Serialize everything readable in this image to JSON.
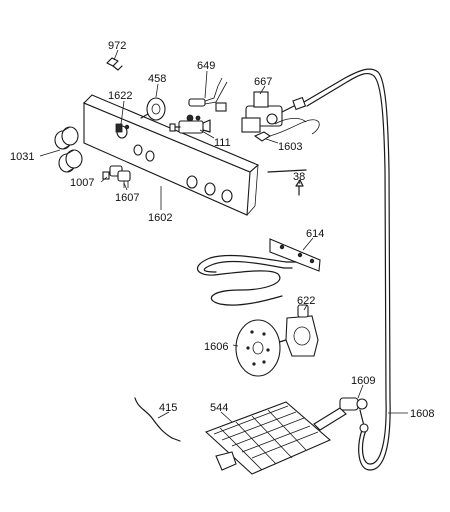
{
  "callouts": [
    {
      "id": "972",
      "text": "972"
    },
    {
      "id": "458",
      "text": "458"
    },
    {
      "id": "649",
      "text": "649"
    },
    {
      "id": "667",
      "text": "667"
    },
    {
      "id": "1622",
      "text": "1622"
    },
    {
      "id": "111",
      "text": "111"
    },
    {
      "id": "1603",
      "text": "1603"
    },
    {
      "id": "1031",
      "text": "1031"
    },
    {
      "id": "1007",
      "text": "1007"
    },
    {
      "id": "1607",
      "text": "1607"
    },
    {
      "id": "1602",
      "text": "1602"
    },
    {
      "id": "38",
      "text": "38"
    },
    {
      "id": "614",
      "text": "614"
    },
    {
      "id": "622",
      "text": "622"
    },
    {
      "id": "1606",
      "text": "1606"
    },
    {
      "id": "1609",
      "text": "1609"
    },
    {
      "id": "415",
      "text": "415"
    },
    {
      "id": "544",
      "text": "544"
    },
    {
      "id": "1608",
      "text": "1608"
    }
  ]
}
